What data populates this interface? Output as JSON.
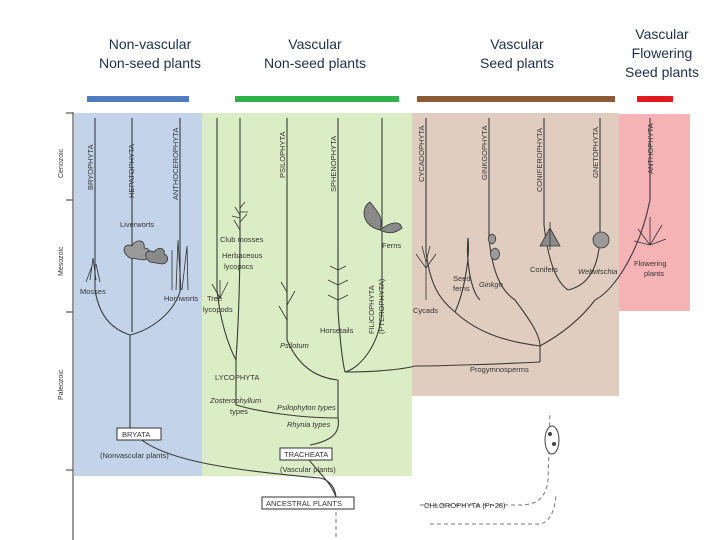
{
  "colors": {
    "nonvascular": "#4e7cbc",
    "vascular_nonseed": "#2fb24b",
    "vascular_seed": "#8c5a35",
    "flowering": "#e0191e",
    "nonvascular_bg": "#c3d4ea",
    "vascular_nonseed_bg": "#dbedc4",
    "vascular_seed_bg": "#e0cdbf",
    "flowering_bg": "#f6b3b6",
    "lines": "#3a3a3a"
  },
  "headers": [
    {
      "line1": "Non-vascular",
      "line2": "Non-seed plants",
      "line3": ""
    },
    {
      "line1": "Vascular",
      "line2": "Non-seed plants",
      "line3": ""
    },
    {
      "line1": "Vascular",
      "line2": "Seed plants",
      "line3": ""
    },
    {
      "line1": "Vascular",
      "line2": "Flowering",
      "line3": "Seed plants"
    }
  ],
  "eras": [
    "Cenozoic",
    "Mesozoic",
    "Paleozoic"
  ],
  "phyla": {
    "bryophyta": "BRYOPHYTA",
    "hepatophyta": "HEPATOPHYTA",
    "anthocerophyta": "ANTHOCEROPHYTA",
    "psilophyta": "PSILOPHYTA",
    "sphenophyta": "SPHENOPHYTA",
    "filicophyta": "FILICOPHYTA",
    "pterophyta": "(PTEROPHYTA)",
    "cycadophyta": "CYCADOPHYTA",
    "ginkgophyta": "GINKGOPHYTA",
    "coniferophyta": "CONIFEROPHYTA",
    "gnetophyta": "GNETOPHYTA",
    "anthophyta": "ANTHOPHYTA"
  },
  "groups": {
    "liverworts": "Liverworts",
    "mosses": "Mosses",
    "hornworts": "Hornworts",
    "club_mosses": "Club mosses",
    "herbaceous": "Herbaceous",
    "lycopocs": "lycopocs",
    "tree": "Tree",
    "lycopods": "lycopods",
    "psilotum": "Psilotum",
    "horsetails": "Horsetails",
    "ferns": "Ferns",
    "seed": "Seed",
    "seed_ferns": "ferns",
    "ginkgo": "Ginkgo",
    "cycads": "Cycads",
    "conifers": "Conifers",
    "welwitschia": "Welwitschia",
    "flowering": "Flowering",
    "flowering_plants": "plants",
    "lycophyta": "LYCOPHYTA",
    "zosterophyllum": "Zosterophyllum",
    "zosterophyllum_types": "types",
    "psilophyton": "Psilophyton types",
    "rhynia": "Rhynia types",
    "progymnosperms": "Progymnosperms",
    "bryata": "BRYATA",
    "nonvascular_plants": "(Nonvascular plants)",
    "tracheata": "TRACHEATA",
    "vascular_plants": "(Vascular plants)",
    "ancestral": "ANCESTRAL PLANTS",
    "chlorophyta": "CHLOROPHYTA (Pr-28)"
  }
}
